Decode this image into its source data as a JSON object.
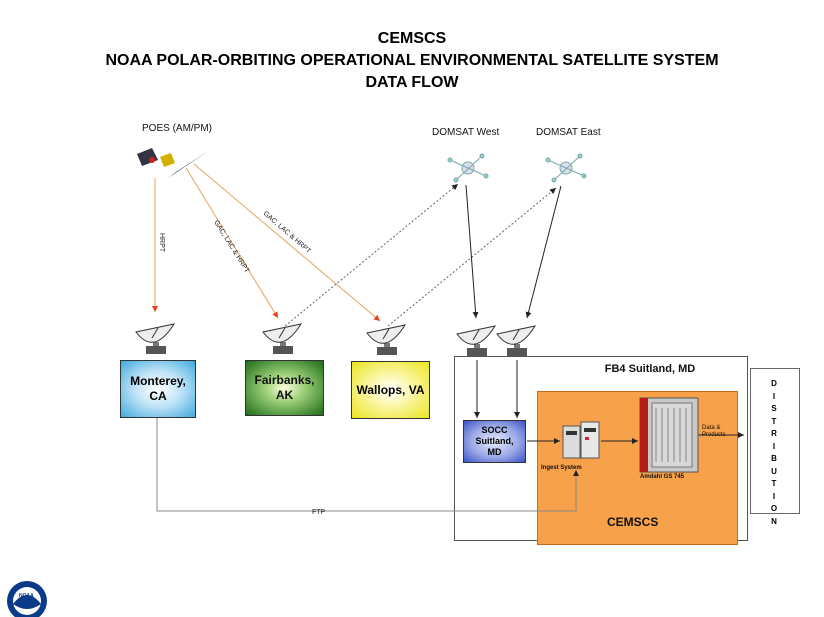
{
  "title": {
    "line1": "CEMSCS",
    "line2": "NOAA POLAR-ORBITING OPERATIONAL ENVIRONMENTAL SATELLITE SYSTEM",
    "line3": "DATA FLOW"
  },
  "satellites": {
    "poes": "POES (AM/PM)",
    "domsat_west": "DOMSAT West",
    "domsat_east": "DOMSAT East"
  },
  "links": {
    "hrpt": "HRPT",
    "gac_lac_hrpt_1": "GAC, LAC & HRPT",
    "gac_lac_hrpt_2": "GAC, LAC & HRPT",
    "ftp": "FTP",
    "data_products": "Data & Products"
  },
  "stations": {
    "monterey": "Monterey, CA",
    "fairbanks": "Fairbanks, AK",
    "wallops": "Wallops, VA",
    "socc": "SOCC Suitland, MD"
  },
  "facility": {
    "fb4": "FB4 Suitland, MD",
    "cemscs": "CEMSCS",
    "ingest": "Ingest System",
    "amdahl": "Amdahl GS 745"
  },
  "distribution": "DISTRIBUTION",
  "logo_text": "NOAA",
  "colors": {
    "orange_arrow": "#e8401a",
    "cemscs_fill": "#f7a14a",
    "monterey_center": "#ffffff",
    "monterey_edge": "#3fa9dd",
    "fairbanks_center": "#fffde0",
    "fairbanks_edge": "#1d6b1a",
    "wallops_center": "#ffffff",
    "wallops_edge": "#ece41c",
    "socc_center": "#c8d0f0",
    "socc_edge": "#3a52c8"
  }
}
